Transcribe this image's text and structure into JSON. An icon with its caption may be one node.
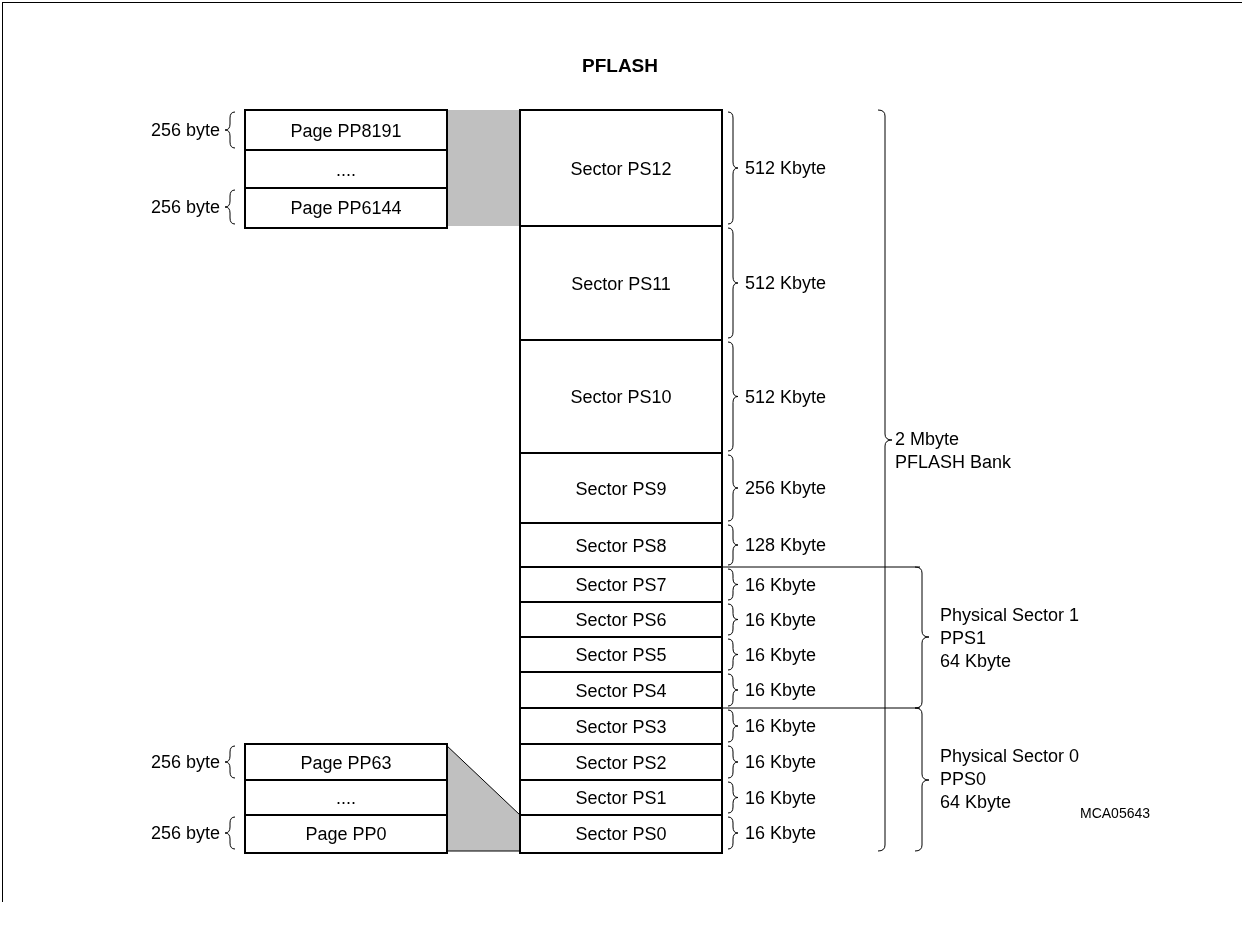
{
  "diagram": {
    "title": "PFLASH",
    "nodes": [
      {
        "text": [
          "Page PP8191"
        ],
        "beside": [
          "256 byte"
        ]
      },
      {
        "text": [
          "...."
        ]
      },
      {
        "text": [
          "Page PP6144"
        ],
        "beside": [
          "256 byte"
        ]
      },
      {
        "text": [
          "Sector PS12"
        ],
        "beside": [
          "512 Kbyte"
        ]
      },
      {
        "text": [
          "Sector PS11"
        ],
        "beside": [
          "512 Kbyte"
        ]
      },
      {
        "text": [
          "Sector PS10"
        ],
        "beside": [
          "512 Kbyte"
        ]
      },
      {
        "text": [
          "Sector PS9"
        ],
        "beside": [
          "256 Kbyte"
        ]
      },
      {
        "text": [
          "Sector PS8"
        ],
        "beside": [
          "128 Kbyte"
        ]
      },
      {
        "text": [
          "Sector PS7"
        ],
        "beside": [
          "16 Kbyte"
        ]
      },
      {
        "text": [
          "Sector PS6"
        ],
        "beside": [
          "16 Kbyte"
        ]
      },
      {
        "text": [
          "Sector PS5"
        ],
        "beside": [
          "16 Kbyte"
        ]
      },
      {
        "text": [
          "Sector PS4"
        ],
        "beside": [
          "16 Kbyte"
        ]
      },
      {
        "text": [
          "Sector PS3"
        ],
        "beside": [
          "16 Kbyte"
        ]
      },
      {
        "text": [
          "Sector PS2"
        ],
        "beside": [
          "16 Kbyte"
        ]
      },
      {
        "text": [
          "Sector PS1"
        ],
        "beside": [
          "16 Kbyte"
        ]
      },
      {
        "text": [
          "Sector PS0"
        ],
        "beside": [
          "16 Kbyte"
        ]
      },
      {
        "text": [
          "Page PP63"
        ],
        "beside": [
          "256 byte"
        ]
      },
      {
        "text": [
          "...."
        ]
      },
      {
        "text": [
          "Page PP0"
        ],
        "beside": [
          "256 byte"
        ]
      },
      {
        "text": [],
        "shape": "box"
      },
      {
        "text": [],
        "shape": "trapezoid"
      }
    ],
    "labels": [
      "2 Mbyte",
      "PFLASH Bank",
      "Physical Sector 1",
      "PPS1",
      "64 Kbyte",
      "Physical Sector 0",
      "PPS0",
      "64 Kbyte",
      "MCA05643"
    ]
  }
}
